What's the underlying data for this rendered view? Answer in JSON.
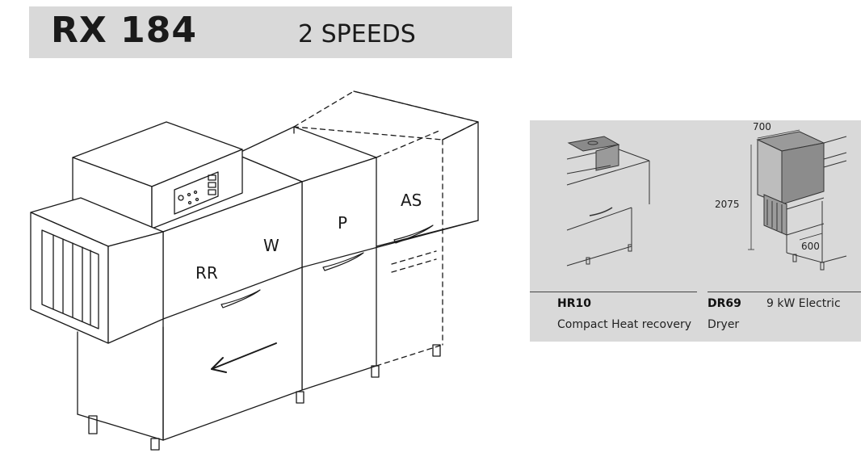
{
  "header": {
    "model": "RX 184",
    "speeds": "2 SPEEDS"
  },
  "machine": {
    "zones": [
      "RR",
      "W",
      "P",
      "AS"
    ]
  },
  "options": [
    {
      "code": "HR10",
      "description": "Compact Heat recovery"
    },
    {
      "code": "DR69",
      "spec": "9 kW Electric",
      "description": "Dryer"
    }
  ],
  "dimensions": {
    "width": "700",
    "height": "2075",
    "depth": "600"
  }
}
